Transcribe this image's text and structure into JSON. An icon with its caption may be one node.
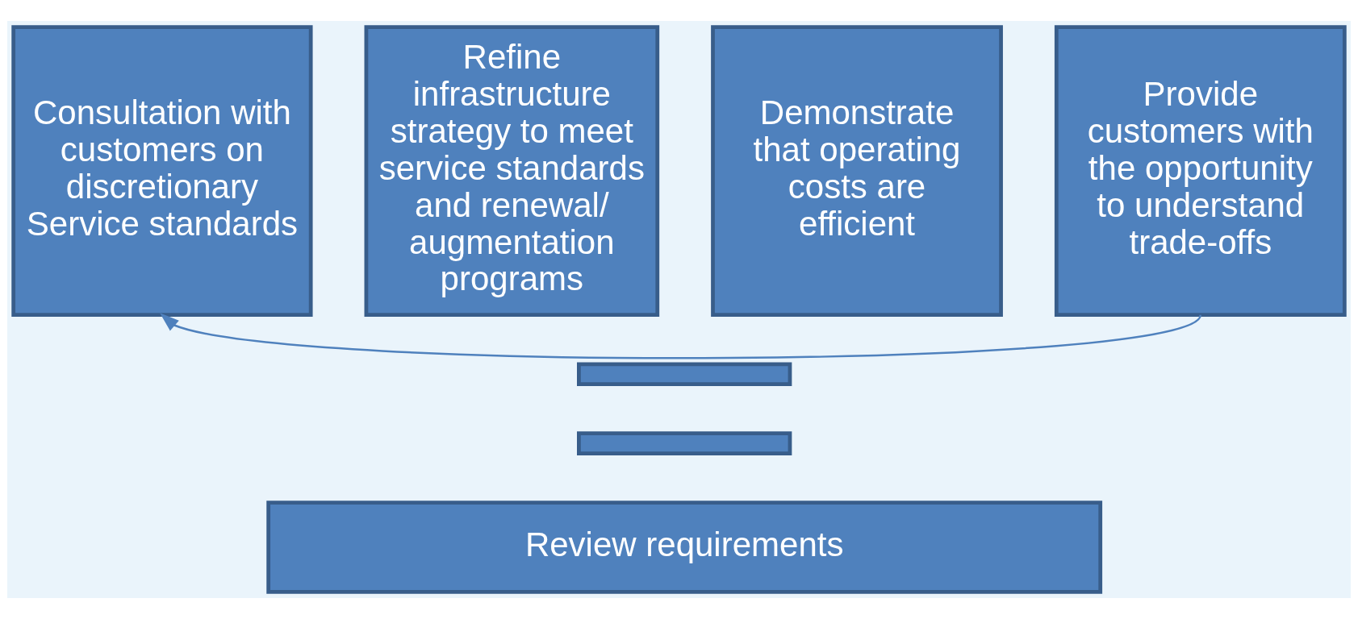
{
  "diagram": {
    "nodes": [
      {
        "text": [
          "Consultation with customers on discretionary Service standards"
        ]
      },
      {
        "text": [
          "Refine infrastructure strategy to meet service standards and renewal/ augmentation programs"
        ]
      },
      {
        "text": [
          "Demonstrate that operating costs are efficient"
        ]
      },
      {
        "text": [
          "Provide customers with the opportunity to understand trade-offs"
        ]
      },
      {
        "text": [],
        "shape": "bar"
      },
      {
        "text": [],
        "shape": "bar"
      },
      {
        "text": [
          "Review requirements"
        ]
      }
    ],
    "edges": [
      {
        "from": 3,
        "to": 0,
        "arrow": "to"
      }
    ]
  }
}
